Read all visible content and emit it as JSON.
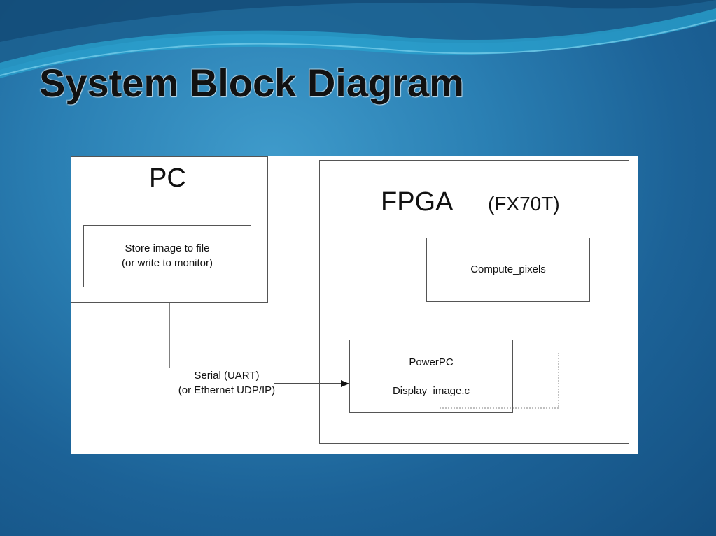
{
  "slide": {
    "title": "System Block Diagram"
  },
  "diagram": {
    "pc": {
      "title": "PC",
      "store_line1": "Store image to file",
      "store_line2": "(or write to monitor)"
    },
    "fpga": {
      "title": "FPGA",
      "model": "(FX70T)",
      "compute_label": "Compute_pixels",
      "powerpc_label": "PowerPC",
      "display_label": "Display_image.c"
    },
    "link": {
      "line1": "Serial (UART)",
      "line2": "(or Ethernet UDP/IP)"
    }
  },
  "colors": {
    "background_light": "#3f9bcb",
    "background_dark": "#144f80",
    "wave_accent": "#2fb1d6",
    "panel": "#ffffff",
    "box_border": "#555555",
    "text": "#111111"
  }
}
